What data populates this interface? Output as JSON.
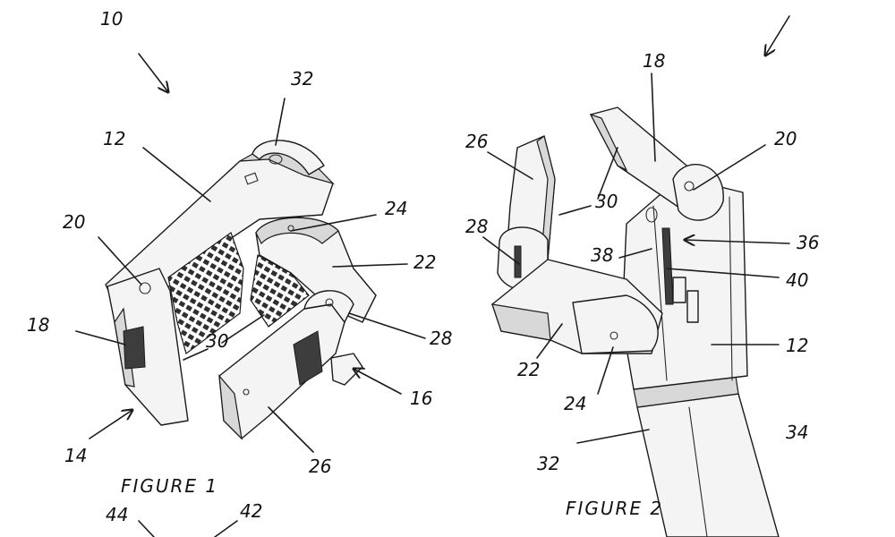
{
  "figure1": {
    "caption": "FIGURE 1",
    "labels": {
      "l10": "10",
      "l12": "12",
      "l14": "14",
      "l16": "16",
      "l18": "18",
      "l20": "20",
      "l22": "22",
      "l24": "24",
      "l26": "26",
      "l28": "28",
      "l30": "30",
      "l32": "32",
      "l42": "42",
      "l44": "44"
    }
  },
  "figure2": {
    "caption": "FIGURE 2",
    "labels": {
      "l12": "12",
      "l18": "18",
      "l20": "20",
      "l22": "22",
      "l24": "24",
      "l26": "26",
      "l28": "28",
      "l30": "30",
      "l32": "32",
      "l34": "34",
      "l36": "36",
      "l38": "38",
      "l40": "40"
    }
  }
}
